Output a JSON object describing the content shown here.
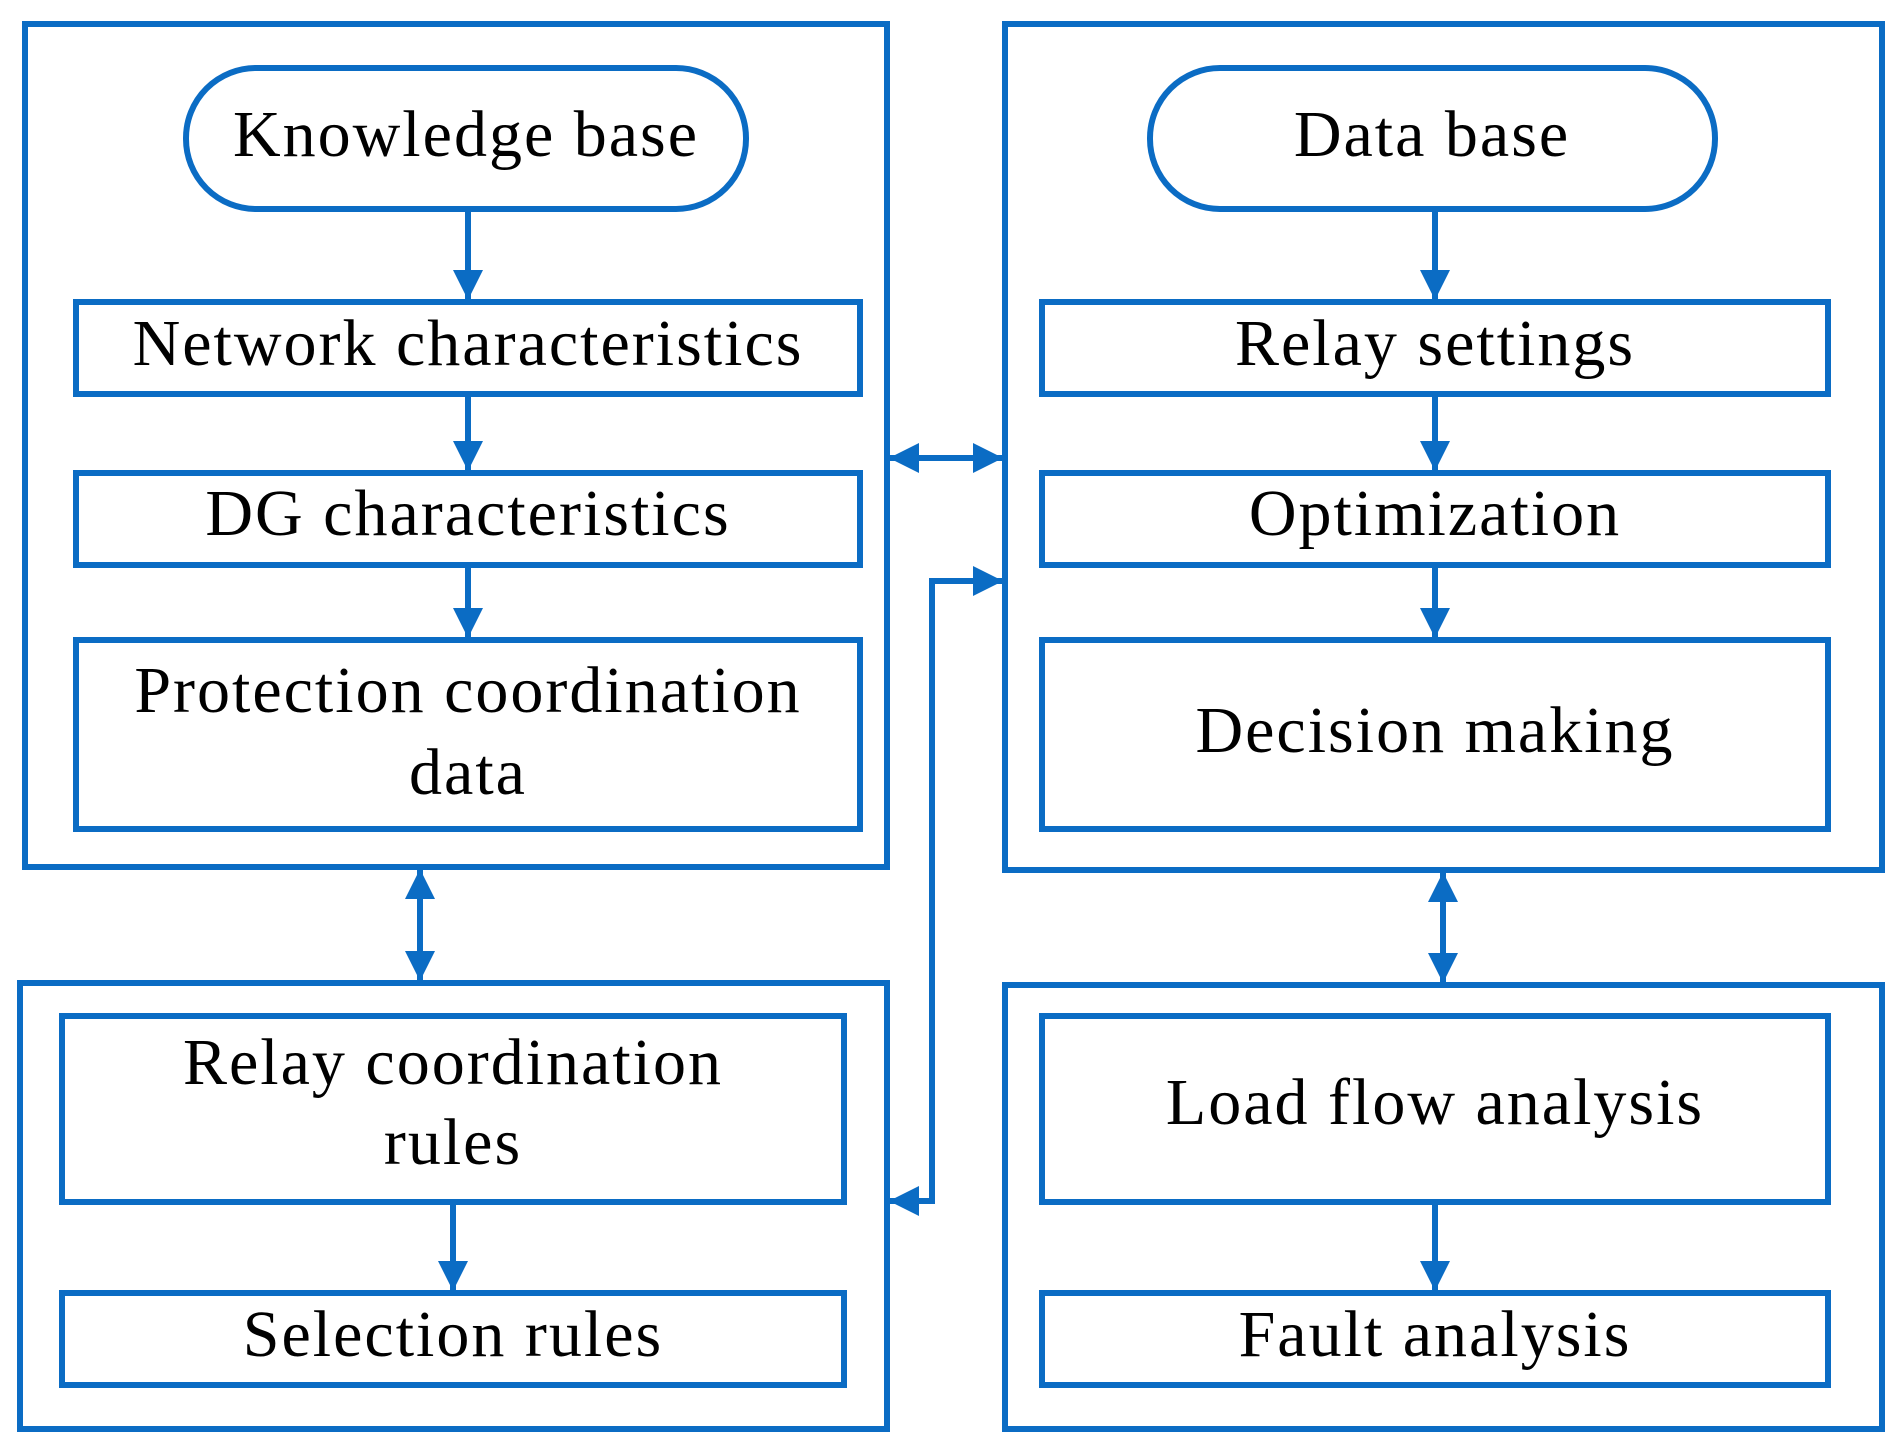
{
  "colors": {
    "stroke": "#0B6CC4",
    "text": "#000000",
    "background": "#ffffff"
  },
  "nodes": {
    "knowledge_base": "Knowledge base",
    "network_characteristics": "Network characteristics",
    "dg_characteristics": "DG characteristics",
    "protection_coordination_line1": "Protection coordination",
    "protection_coordination_line2": "data",
    "data_base": "Data base",
    "relay_settings": "Relay settings",
    "optimization": "Optimization",
    "decision_making": "Decision making",
    "relay_coordination_line1": "Relay coordination",
    "relay_coordination_line2": "rules",
    "selection_rules": "Selection rules",
    "load_flow_analysis": "Load flow analysis",
    "fault_analysis": "Fault analysis"
  }
}
